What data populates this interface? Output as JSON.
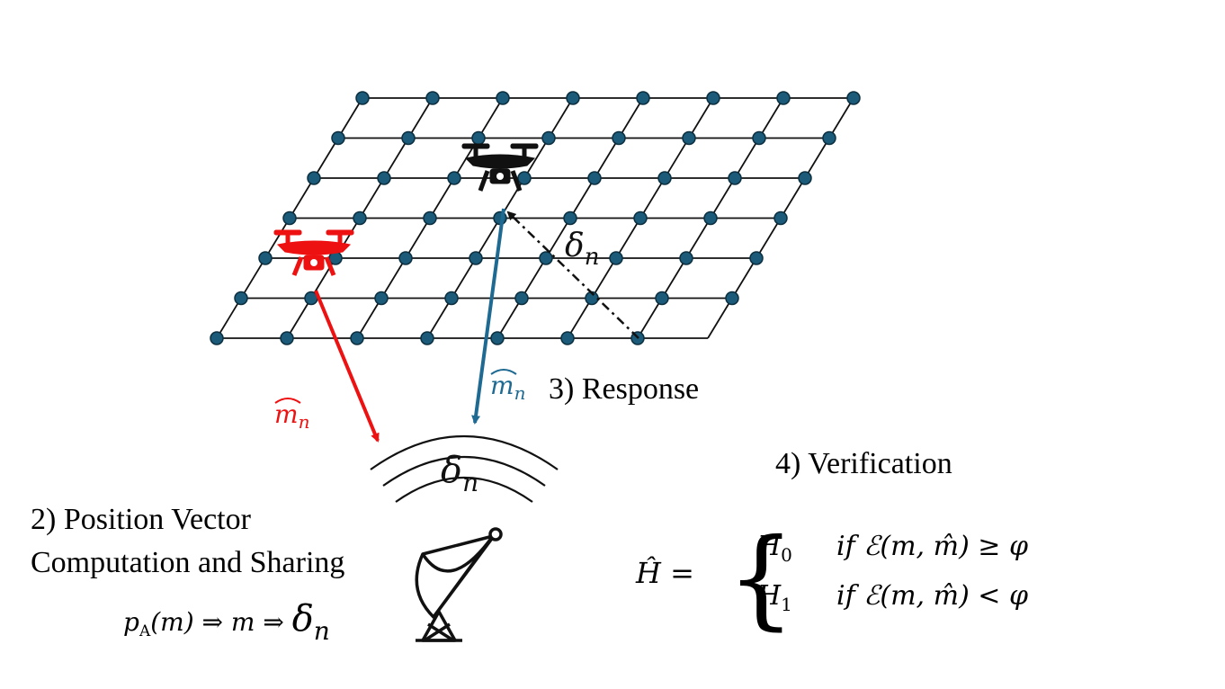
{
  "labels": {
    "response": "3) Response",
    "verification": "4) Verification",
    "position_line1": "2) Position Vector",
    "position_line2": "Computation and Sharing"
  },
  "math": {
    "delta": "δ",
    "delta_sub": "n",
    "m_hat": "m",
    "m_hat_sub": "n",
    "chain": "p",
    "chain_sub": "A",
    "chain_rest": "(m) ⇒ m ⇒ ",
    "hyp_lhs": "Ĥ =",
    "case0_h": "H",
    "case0_sub": "0",
    "case0_cond": "if ℰ(m, m̂) ≥ φ",
    "case1_h": "H",
    "case1_sub": "1",
    "case1_cond": "if ℰ(m, m̂) < φ"
  },
  "colors": {
    "node": "#1b5a78",
    "node_stroke": "#0c2f40",
    "red": "#ee1111",
    "blue": "#1f6a92",
    "grid": "#111111"
  },
  "icons": {
    "legit_drone": "drone-icon",
    "attacker_drone": "drone-icon",
    "station": "satellite-dish-icon"
  }
}
